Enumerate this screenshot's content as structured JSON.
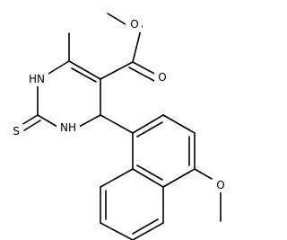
{
  "molecule": {
    "atoms": {
      "ester_O_methoxy": "O",
      "ester_O_carbonyl": "O",
      "N1": "HN",
      "N3": "NH",
      "thione_S": "S",
      "ether_O": "O"
    },
    "colors": {
      "bond": "#000000",
      "label": "#000000",
      "background": "#ffffff"
    }
  }
}
